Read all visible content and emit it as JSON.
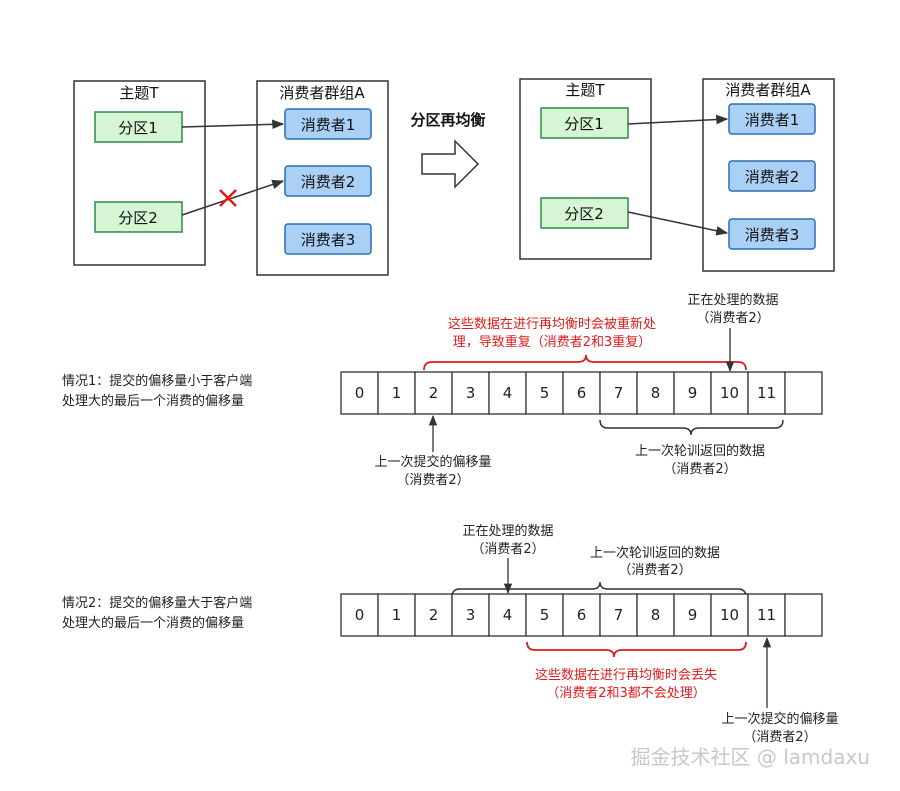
{
  "before": {
    "topic_title": "主题T",
    "group_title": "消费者群组A",
    "partitions": [
      "分区1",
      "分区2"
    ],
    "consumers": [
      "消费者1",
      "消费者2",
      "消费者3"
    ]
  },
  "rebalance_label": "分区再均衡",
  "after": {
    "topic_title": "主题T",
    "group_title": "消费者群组A",
    "partitions": [
      "分区1",
      "分区2"
    ],
    "consumers": [
      "消费者1",
      "消费者2",
      "消费者3"
    ]
  },
  "case1": {
    "description_line1": "情况1：提交的偏移量小于客户端",
    "description_line2": "处理大的最后一个消费的偏移量",
    "cells": [
      "0",
      "1",
      "2",
      "3",
      "4",
      "5",
      "6",
      "7",
      "8",
      "9",
      "10",
      "11",
      ""
    ],
    "red_note_line1": "这些数据在进行再均衡时会被重新处",
    "red_note_line2": "理，导致重复（消费者2和3重复）",
    "processing_line1": "正在处理的数据",
    "processing_line2": "（消费者2）",
    "committed_line1": "上一次提交的偏移量",
    "committed_line2": "（消费者2）",
    "polled_line1": "上一次轮训返回的数据",
    "polled_line2": "（消费者2）"
  },
  "case2": {
    "description_line1": "情况2：提交的偏移量大于客户端",
    "description_line2": "处理大的最后一个消费的偏移量",
    "cells": [
      "0",
      "1",
      "2",
      "3",
      "4",
      "5",
      "6",
      "7",
      "8",
      "9",
      "10",
      "11",
      ""
    ],
    "processing_line1": "正在处理的数据",
    "processing_line2": "（消费者2）",
    "polled_line1": "上一次轮训返回的数据",
    "polled_line2": "（消费者2）",
    "red_note_line1": "这些数据在进行再均衡时会丢失",
    "red_note_line2": "（消费者2和3都不会处理）",
    "committed_line1": "上一次提交的偏移量",
    "committed_line2": "（消费者2）"
  },
  "watermark": "掘金技术社区 @ lamdaxu",
  "colors": {
    "partition_fill": "#d5f5d5",
    "consumer_fill": "#aad0f5",
    "red": "#e01b1b"
  }
}
